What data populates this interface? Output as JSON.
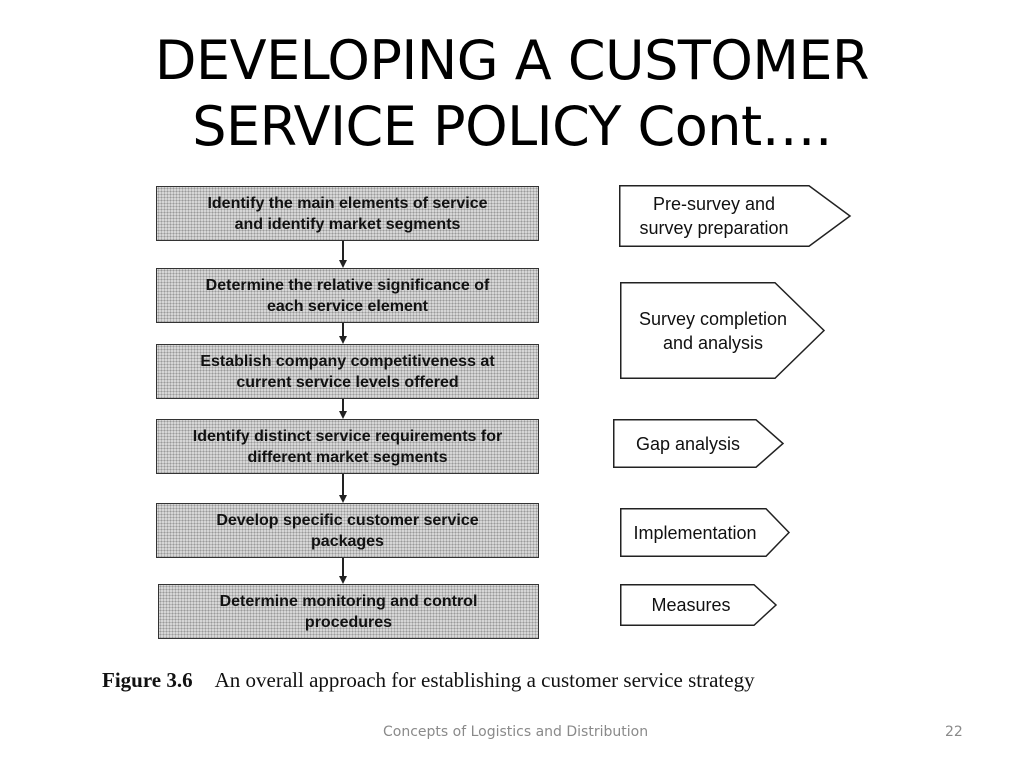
{
  "title": {
    "line1": "DEVELOPING A CUSTOMER",
    "line2": "SERVICE POLICY Cont…."
  },
  "diagram": {
    "steps": [
      {
        "line1": "Identify the main elements of service",
        "line2": "and identify market segments"
      },
      {
        "line1": "Determine the relative significance of",
        "line2": "each service element"
      },
      {
        "line1": "Establish company competitiveness at",
        "line2": "current service levels offered"
      },
      {
        "line1": "Identify distinct service requirements for",
        "line2": "different market segments"
      },
      {
        "line1": "Develop specific customer service",
        "line2": "packages"
      },
      {
        "line1": "Determine monitoring and control",
        "line2": "procedures"
      }
    ],
    "phases": [
      {
        "line1": "Pre-survey and",
        "line2": "survey preparation"
      },
      {
        "line1": "Survey completion",
        "line2": "and analysis"
      },
      {
        "line1": "Gap analysis",
        "line2": ""
      },
      {
        "line1": "Implementation",
        "line2": ""
      },
      {
        "line1": "Measures",
        "line2": ""
      }
    ]
  },
  "caption": {
    "label": "Figure 3.6",
    "text": "An overall approach for establishing a customer service strategy"
  },
  "footer": {
    "text": "Concepts of Logistics and Distribution",
    "page_number": "22"
  }
}
